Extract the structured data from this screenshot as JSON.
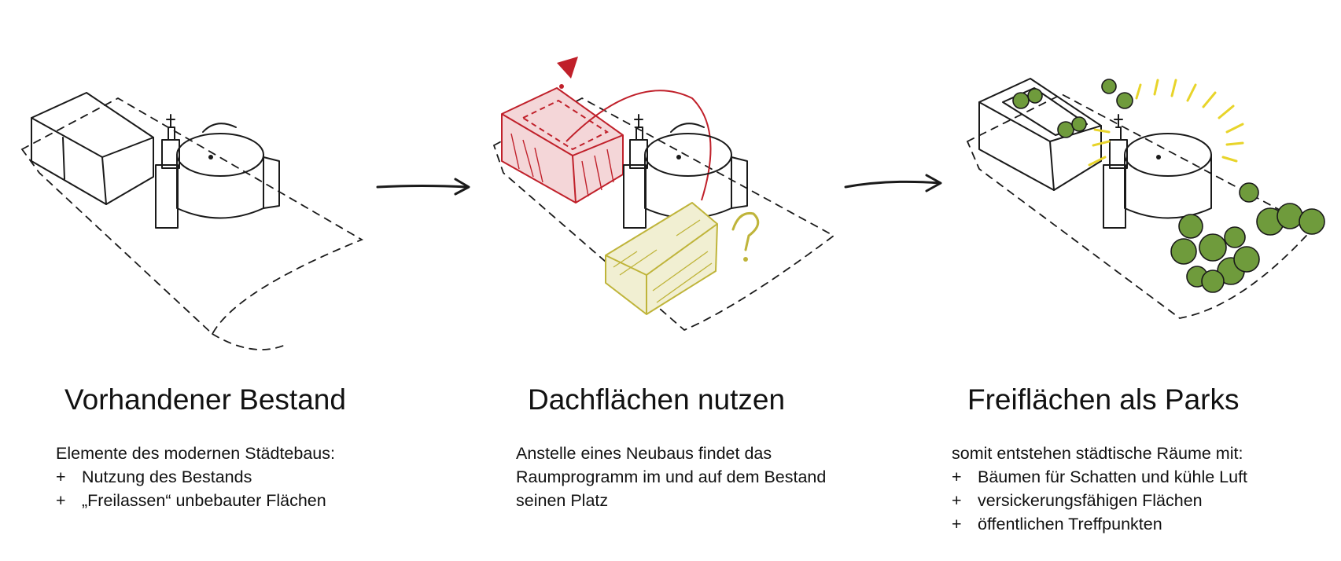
{
  "panels": [
    {
      "title": "Vorhandener Bestand",
      "intro": "Elemente des modernen Städtebaus:",
      "items": [
        "Nutzung des Bestands",
        "„Freilassen“ unbebauter Flächen"
      ]
    },
    {
      "title": "Dachflächen nutzen",
      "lines": [
        "Anstelle eines Neubaus findet das",
        "Raumprogramm im und auf dem Bestand",
        "seinen Platz"
      ]
    },
    {
      "title": "Freiflächen als Parks",
      "intro": "somit entstehen städtische Räume mit:",
      "items": [
        "Bäumen für Schatten und kühle Luft",
        "versickerungsfähigen Flächen",
        "öffentlichen Treffpunkten"
      ]
    }
  ],
  "bullet": "+",
  "annotations": {
    "exclamation": "!",
    "question": "?"
  },
  "colors": {
    "highlight_red": "#c0202a",
    "fill_red": "#f4d6d8",
    "highlight_yellow": "#bfb43a",
    "fill_yellow": "#f1efd2",
    "tree_green": "#6f9b3c",
    "sun_yellow": "#e8d42a"
  }
}
